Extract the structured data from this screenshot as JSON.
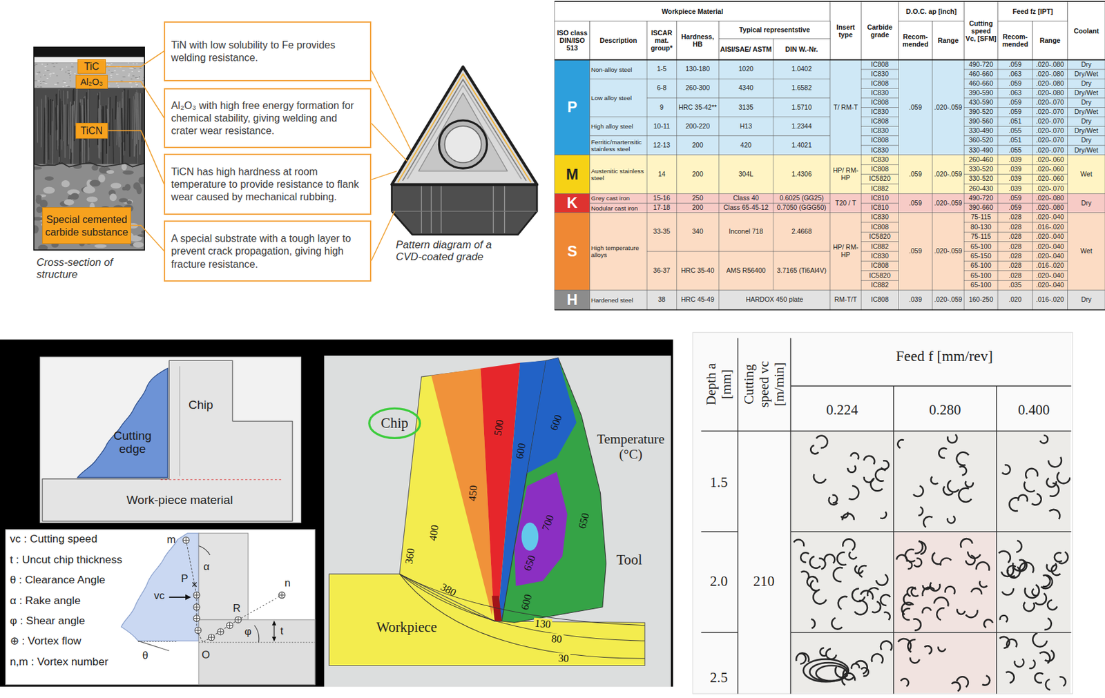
{
  "diagram": {
    "nodes": [
      {
        "text": [
          "TiC"
        ]
      },
      {
        "text": [
          "Al₂O₃"
        ]
      },
      {
        "text": [
          "TiCN"
        ]
      },
      {
        "text": [
          "Special cemented carbide substance"
        ]
      },
      {
        "text": [
          "TiN with low solubility to Fe provides welding resistance."
        ]
      },
      {
        "text": [
          "Al₂O₃ with high free energy formation for chemical stability, giving welding and crater wear resistance."
        ]
      },
      {
        "text": [
          "TiCN has high hardness at room temperature to provide resistance to flank wear caused by mechanical rubbing."
        ]
      },
      {
        "text": [
          "A special substrate with a tough layer to prevent crack propagation, giving high fracture resistance."
        ]
      }
    ],
    "edges": [
      {
        "from": 0,
        "to": 4,
        "arrow": "none"
      },
      {
        "from": 1,
        "to": 5,
        "arrow": "none"
      },
      {
        "from": 2,
        "to": 6,
        "arrow": "none"
      },
      {
        "from": 3,
        "to": 7,
        "arrow": "none"
      }
    ],
    "labels": [
      "Cross-section of structure",
      "Pattern diagram of a CVD-coated grade",
      "Workpiece Material",
      "Insert type",
      "Carbide grade",
      "D.O.C. ap [inch]",
      "Cutting speed Vc, [SFM]",
      "Feed fz [IPT]",
      "Coolant",
      "ISO class DIN/ISO 513",
      "Description",
      "ISCAR mat. group*",
      "Hardness, HB",
      "Typical representstive",
      "Recom-mended",
      "Range",
      "Recom-mended",
      "Range",
      "AISI/SAE/ ASTM",
      "DIN W.-Nr.",
      "P",
      "Non-alloy steel",
      "1-5",
      "130-180",
      "1020",
      "1.0402",
      "Low alloy steel",
      "6-8",
      "260-300",
      "4340",
      "1.6582",
      "9",
      "HRC 35-42**",
      "3135",
      "1.5710",
      "High alloy steel",
      "10-11",
      "200-220",
      "H13",
      "1.2344",
      "Ferritic/martensitic stainless steel",
      "12-13",
      "200",
      "420",
      "1.4021",
      "T/ RM-T",
      ".059",
      ".020-.059",
      "IC808",
      "490-720",
      ".059",
      ".020-.080",
      "Dry",
      "IC830",
      "460-660",
      ".063",
      ".020-.080",
      "Dry/Wet",
      "IC808",
      "460-660",
      ".059",
      ".020-.080",
      "Dry",
      "IC830",
      "390-590",
      ".063",
      ".020-.080",
      "Dry/Wet",
      "IC808",
      "430-590",
      ".059",
      ".020-.070",
      "Dry",
      "IC830",
      "390-520",
      ".059",
      ".020-.070",
      "Dry/Wet",
      "IC808",
      "390-560",
      ".051",
      ".020-.070",
      "Dry",
      "IC830",
      "330-490",
      ".055",
      ".020-.070",
      "Dry/Wet",
      "IC808",
      "360-520",
      ".051",
      ".020-.070",
      "Dry",
      "IC830",
      "330-490",
      ".055",
      ".020-.070",
      "Dry/Wet",
      "M",
      "Austenitic stainless steel",
      "14",
      "200",
      "304L",
      "1.4306",
      "HP/ RM-HP",
      ".059",
      ".020-.059",
      "Wet",
      "IC830",
      "260-460",
      ".039",
      ".020-.060",
      "IC808",
      "330-520",
      ".039",
      ".020-.060",
      "IC5820",
      "330-520",
      ".039",
      ".020-.060",
      "IC882",
      "260-430",
      ".039",
      ".020-.070",
      "K",
      "Grey cast iron",
      "15-16",
      "250",
      "Class 40",
      "0.6025 (GG25)",
      "Nodular cast iron",
      "17-18",
      "200",
      "Class 65-45-12",
      "0.7050 (GGG50)",
      "T20 / T",
      ".059",
      ".020-.059",
      "Dry",
      "IC810",
      "490-720",
      ".059",
      ".020-.080",
      "IC810",
      "390-660",
      ".059",
      ".020-.080",
      "S",
      "High temperature alloys",
      "33-35",
      "340",
      "Inconel 718",
      "2.4668",
      "36-37",
      "HRC 35-40",
      "AMS R56400",
      "3.7165 (Ti6Al4V)",
      "HP/ RM-HP",
      ".059",
      ".020-.059",
      "Wet",
      "IC830",
      "75-115",
      ".028",
      ".020-.040",
      "IC808",
      "80-130",
      ".028",
      ".016-.020",
      "IC5820",
      "75-115",
      ".028",
      ".020-.040",
      "IC882",
      "65-100",
      ".028",
      ".020-.040",
      "IC830",
      "65-150",
      ".028",
      ".020-.040",
      "IC808",
      "65-100",
      ".028",
      ".016-.020",
      "IC5820",
      "65-100",
      ".028",
      ".020-.040",
      "IC882",
      "65-100",
      ".035",
      ".020-.040",
      "H",
      "Hardened steel",
      "38",
      "HRC 45-49",
      "HARDOX 450 plate",
      "RM-T/T",
      "IC808",
      ".039",
      ".020-.059",
      "160-250",
      ".020",
      ".016-.020",
      "Dry",
      "Chip",
      "Cutting edge",
      "Work-piece material",
      "vc : Cutting speed",
      "t : Uncut chip thickness",
      "θ : Clearance Angle",
      "α : Rake angle",
      "φ : Shear angle",
      "⊕ : Vortex flow",
      "n,m : Vortex number",
      "m",
      "P",
      "α",
      "vc",
      "R",
      "n",
      "t",
      "φ",
      "θ",
      "O",
      "Chip",
      "Temperature (°C)",
      "Tool",
      "Workpiece",
      "360",
      "400",
      "450",
      "500",
      "600",
      "600",
      "650",
      "700",
      "650",
      "600",
      "380",
      "130",
      "80",
      "30",
      "Depth a [mm]",
      "Cutting speed vc [m/min]",
      "Feed f [mm/rev]",
      "0.224",
      "0.280",
      "0.400",
      "1.5",
      "2.0",
      "2.5",
      "210"
    ]
  }
}
